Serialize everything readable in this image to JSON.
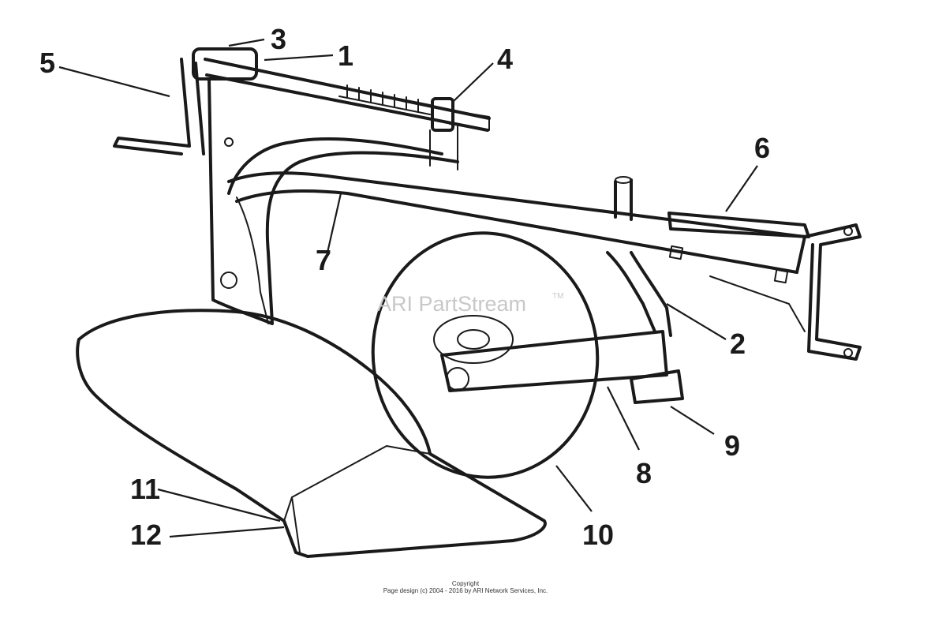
{
  "diagram": {
    "callouts": [
      {
        "id": "callout-1",
        "label": "1"
      },
      {
        "id": "callout-2",
        "label": "2"
      },
      {
        "id": "callout-3",
        "label": "3"
      },
      {
        "id": "callout-4",
        "label": "4"
      },
      {
        "id": "callout-5",
        "label": "5"
      },
      {
        "id": "callout-6",
        "label": "6"
      },
      {
        "id": "callout-7",
        "label": "7"
      },
      {
        "id": "callout-8",
        "label": "8"
      },
      {
        "id": "callout-9",
        "label": "9"
      },
      {
        "id": "callout-10",
        "label": "10"
      },
      {
        "id": "callout-11",
        "label": "11"
      },
      {
        "id": "callout-12",
        "label": "12"
      }
    ],
    "watermark": "ARI PartStream",
    "watermark_tm": "TM"
  },
  "footer": {
    "line1": "Copyright",
    "line2": "Page design (c) 2004 - 2016 by ARI Network Services, Inc."
  }
}
